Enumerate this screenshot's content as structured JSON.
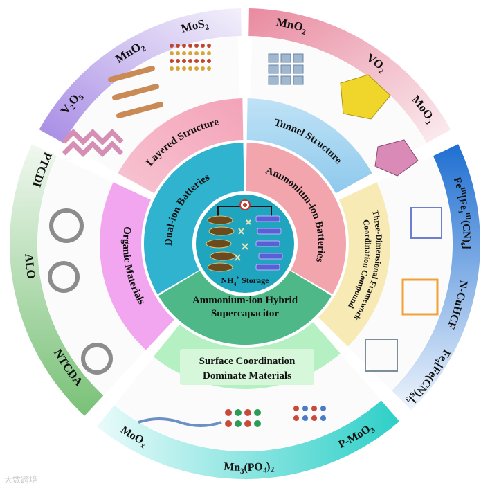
{
  "colors": {
    "layered": "#f4a3b8",
    "tunnel": "#8ec9ec",
    "framework": "#f3e4a6",
    "surface": "#a6ecb6",
    "organic": "#f19bee",
    "outer_layered": "#a78be4",
    "outer_tunnel": "#e98aa0",
    "outer_framework": "#1f6fd1",
    "outer_surface": "#37d6cf",
    "outer_organic": "#86c883",
    "dual_ion": "#2fb3cf",
    "ammonium_ion": "#f2a5ad",
    "hybrid": "#4fb889",
    "core": "#1fa5bd"
  },
  "center": {
    "label_main": "NH",
    "label_sup": "4",
    "label_charge": "+",
    "label_tail": " Storage"
  },
  "inner_ring": {
    "dual_ion": "Dual-ion Batteries",
    "ammonium_ion": "Ammonium-ion Batteries",
    "hybrid_line1": "Ammonium-ion Hybrid",
    "hybrid_line2": "Supercapacitor"
  },
  "middle_ring": {
    "layered": "Layered Structure",
    "tunnel": "Tunnel Structure",
    "framework_line1": "Three-Dimensional Framework",
    "framework_line2": "Coordination Compound",
    "surface_line1": "Surface Coordination",
    "surface_line2": "Dominate Materials",
    "organic": "Organic Materials"
  },
  "outer_ring": {
    "layered": {
      "v2o5": {
        "a": "V",
        "b": "2",
        "c": "O",
        "d": "5"
      },
      "mno2": {
        "a": "MnO",
        "b": "2"
      },
      "mos2": {
        "a": "MoS",
        "b": "2"
      }
    },
    "tunnel": {
      "mno2": {
        "a": "MnO",
        "b": "2"
      },
      "vo2": {
        "a": "VO",
        "b": "2"
      },
      "moo3": {
        "a": "MoO",
        "b": "3"
      }
    },
    "framework": {
      "fe_a": "Fe",
      "fe_b": "III",
      "fe_c": "[Fe",
      "fe_d": "1",
      "fe_e": "III",
      "fe_f": "(CN)",
      "fe_g": "6",
      "fe_h": "]",
      "ncuhcf": "N-CuHCF",
      "fe4_a": "Fe",
      "fe4_b": "4",
      "fe4_c": "[Fe(CN)",
      "fe4_d": "6",
      "fe4_e": "]",
      "fe4_f": "3"
    },
    "surface": {
      "moox": {
        "a": "MoO",
        "b": "x"
      },
      "mn3po4": {
        "a": "Mn",
        "b": "3",
        "c": "(PO",
        "d": "4",
        "e": ")",
        "f": "2"
      },
      "pmoo3": {
        "a": "P-MoO",
        "b": "3"
      }
    },
    "organic": {
      "ptcdi": "PTCDI",
      "alo": "ALO",
      "ntcda": "NTCDA"
    }
  },
  "watermark": "大数跨境"
}
